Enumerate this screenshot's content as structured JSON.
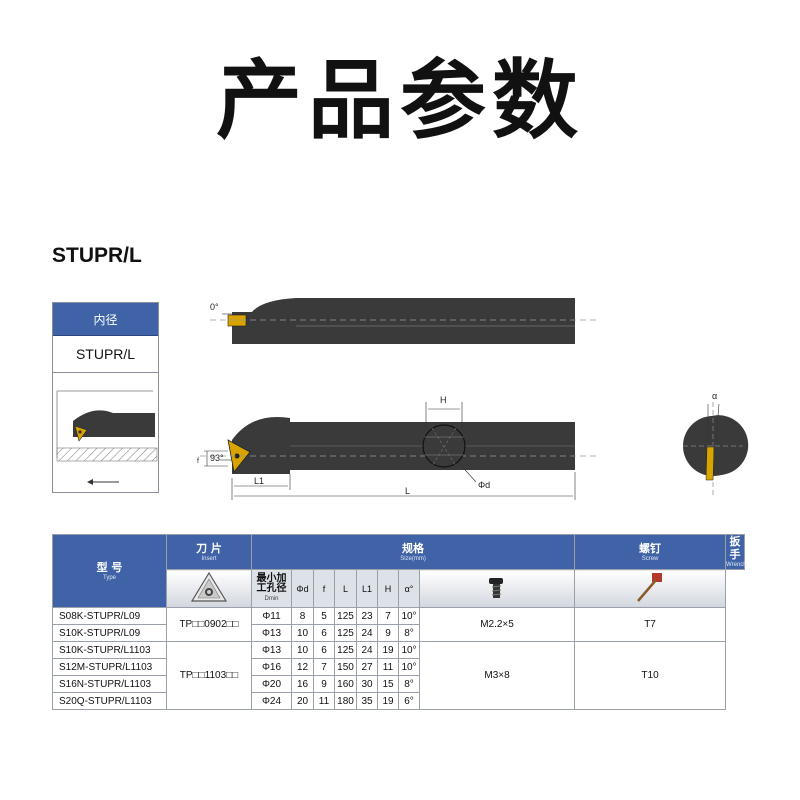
{
  "page_title": "产品参数",
  "model_heading": "STUPR/L",
  "info_card": {
    "label": "内径",
    "model": "STUPR/L"
  },
  "drawing": {
    "angle_top": "0°",
    "dim_93": "93°",
    "dim_f": "f",
    "dim_L1": "L1",
    "dim_L": "L",
    "dim_H": "H",
    "dim_phid": "Φd",
    "dim_alpha": "α"
  },
  "table": {
    "headers": {
      "type": {
        "cn": "型 号",
        "en": "Type"
      },
      "insert": {
        "cn": "刀 片",
        "en": "Insert"
      },
      "size": {
        "cn": "规格",
        "en": "Size(mm)"
      },
      "screw": {
        "cn": "螺钉",
        "en": "Screw"
      },
      "wrench": {
        "cn": "扳手",
        "en": "Wrench"
      }
    },
    "size_columns": {
      "dmin_cn": "最小加工孔径",
      "dmin_en": "Dmin",
      "phid": "Φd",
      "f": "f",
      "L": "L",
      "L1": "L1",
      "H": "H",
      "alpha": "α°"
    },
    "rows": [
      {
        "model": "S08K-STUPR/L09",
        "dmin": "Φ11",
        "d": "8",
        "f": "5",
        "L": "125",
        "L1": "23",
        "H": "7",
        "a": "10°"
      },
      {
        "model": "S10K-STUPR/L09",
        "dmin": "Φ13",
        "d": "10",
        "f": "6",
        "L": "125",
        "L1": "24",
        "H": "9",
        "a": "8°"
      },
      {
        "model": "S10K-STUPR/L1103",
        "dmin": "Φ13",
        "d": "10",
        "f": "6",
        "L": "125",
        "L1": "24",
        "H": "19",
        "a": "10°"
      },
      {
        "model": "S12M-STUPR/L1103",
        "dmin": "Φ16",
        "d": "12",
        "f": "7",
        "L": "150",
        "L1": "27",
        "H": "11",
        "a": "10°"
      },
      {
        "model": "S16N-STUPR/L1103",
        "dmin": "Φ20",
        "d": "16",
        "f": "9",
        "L": "160",
        "L1": "30",
        "H": "15",
        "a": "8°"
      },
      {
        "model": "S20Q-STUPR/L1103",
        "dmin": "Φ24",
        "d": "20",
        "f": "11",
        "L": "180",
        "L1": "35",
        "H": "19",
        "a": "6°"
      }
    ],
    "groups": [
      {
        "insert": "TP□□0902□□",
        "screw": "M2.2×5",
        "wrench": "T7"
      },
      {
        "insert": "TP□□1103□□",
        "screw": "M3×8",
        "wrench": "T10"
      }
    ]
  },
  "colors": {
    "header_blue": "#3f63a6",
    "tool_body": "#3a3a3a",
    "insert_gold": "#d9a400"
  }
}
